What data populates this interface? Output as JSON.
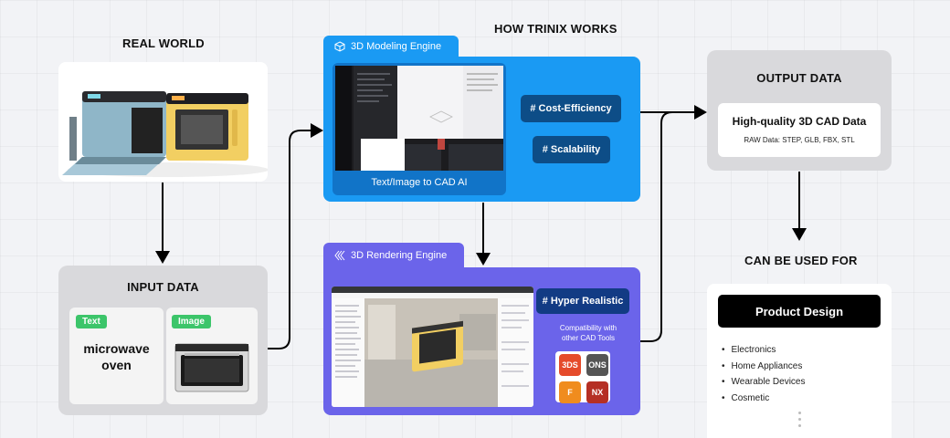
{
  "headings": {
    "real_world": "REAL WORLD",
    "how_works": "HOW TRINIX WORKS",
    "input_data": "INPUT DATA",
    "output_data": "OUTPUT DATA",
    "can_be_used": "CAN BE USED FOR"
  },
  "input": {
    "text_tag": "Text",
    "image_tag": "Image",
    "text_line1": "microwave",
    "text_line2": "oven"
  },
  "modeling": {
    "title": "3D Modeling Engine",
    "caption": "Text/Image to CAD AI",
    "pills": [
      "# Cost-Efficiency",
      "# Scalability"
    ]
  },
  "rendering": {
    "title": "3D Rendering Engine",
    "pill": "# Hyper Realistic",
    "compat_line1": "Compatibility with",
    "compat_line2": "other CAD Tools",
    "tools": [
      "3DS",
      "ONS",
      "F",
      "NX"
    ]
  },
  "output": {
    "main": "High-quality 3D CAD Data",
    "sub": "RAW Data: STEP, GLB, FBX, STL"
  },
  "uses": {
    "primary": "Product Design",
    "items": [
      "Electronics",
      "Home Appliances",
      "Wearable Devices",
      "Cosmetic"
    ]
  },
  "colors": {
    "modeling_blue": "#1a9af3",
    "rendering_purple": "#6b64ea",
    "pill_navy": "#0d4d87",
    "tag_green": "#3cc56a",
    "oven_yellow": "#f2cf62",
    "oven_blue": "#a8c8d8"
  },
  "icons": [
    "cube-icon",
    "layers-icon",
    "arrow-right-icon",
    "arrow-down-icon"
  ]
}
